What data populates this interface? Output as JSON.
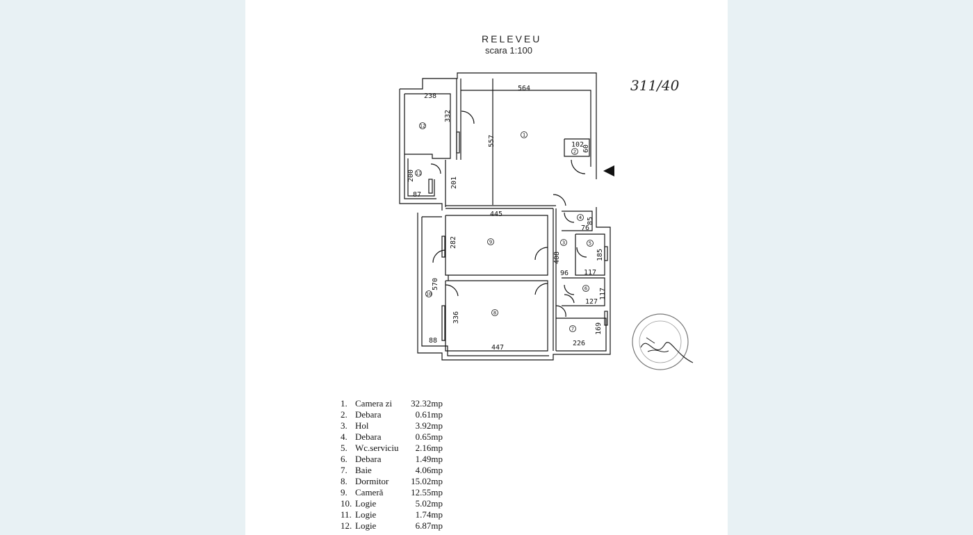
{
  "document": {
    "title": "RELEVEU",
    "scale": "scara 1:100",
    "reference_handwritten": "311/40"
  },
  "plan": {
    "dimensions": [
      "238",
      "332",
      "564",
      "557",
      "102",
      "60",
      "200",
      "201",
      "87",
      "445",
      "282",
      "85",
      "76",
      "408",
      "185",
      "117",
      "96",
      "570",
      "117",
      "127",
      "336",
      "169",
      "88",
      "447",
      "226"
    ],
    "room_markers": [
      "1",
      "2",
      "3",
      "4",
      "5",
      "6",
      "7",
      "8",
      "9",
      "10",
      "11",
      "12"
    ]
  },
  "legend": [
    {
      "num": "1.",
      "name": "Camera zi",
      "area": "32.32mp"
    },
    {
      "num": "2.",
      "name": "Debara",
      "area": "0.61mp"
    },
    {
      "num": "3.",
      "name": "Hol",
      "area": "3.92mp"
    },
    {
      "num": "4.",
      "name": "Debara",
      "area": "0.65mp"
    },
    {
      "num": "5.",
      "name": "Wc.serviciu",
      "area": "2.16mp"
    },
    {
      "num": "6.",
      "name": "Debara",
      "area": "1.49mp"
    },
    {
      "num": "7.",
      "name": "Baie",
      "area": "4.06mp"
    },
    {
      "num": "8.",
      "name": "Dormitor",
      "area": "15.02mp"
    },
    {
      "num": "9.",
      "name": "Cameră",
      "area": "12.55mp"
    },
    {
      "num": "10.",
      "name": "Logie",
      "area": "5.02mp"
    },
    {
      "num": "11.",
      "name": "Logie",
      "area": "1.74mp"
    },
    {
      "num": "12.",
      "name": "Logie",
      "area": "6.87mp"
    }
  ]
}
